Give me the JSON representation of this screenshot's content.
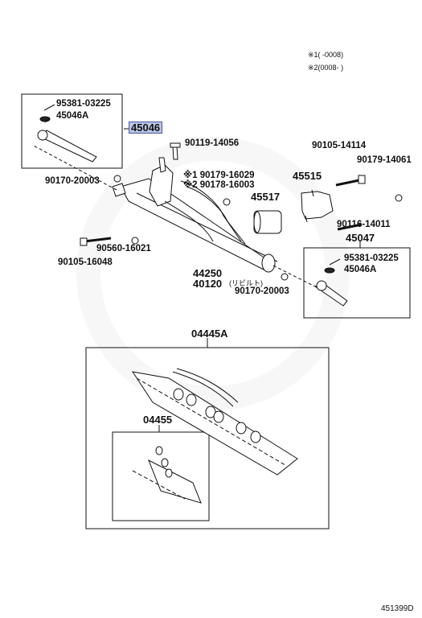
{
  "notes": {
    "n1": "※1(      -0008)",
    "n2": "※2(0008-      )"
  },
  "labels": {
    "p_95381_a": "95381-03225",
    "p_45046a_a": "45046A",
    "p_45046": "45046",
    "p_90119": "90119-14056",
    "p_90170_a": "90170-20003",
    "p_90179_16029": "※1 90179-16029",
    "p_90178": "※2 90178-16003",
    "p_45517": "45517",
    "p_45515": "45515",
    "p_90105_14114": "90105-14114",
    "p_90179_14061": "90179-14061",
    "p_90116": "90116-14011",
    "p_45047": "45047",
    "p_90560": "90560-16021",
    "p_90105_16048": "90105-16048",
    "p_44250": "44250",
    "p_40120": "40120",
    "p_40120_note": "(リビルト)",
    "p_90170_b": "90170-20003",
    "p_95381_b": "95381-03225",
    "p_45046a_b": "45046A",
    "p_04445a": "04445A",
    "p_04455": "04455",
    "diagram_id": "451399D"
  }
}
